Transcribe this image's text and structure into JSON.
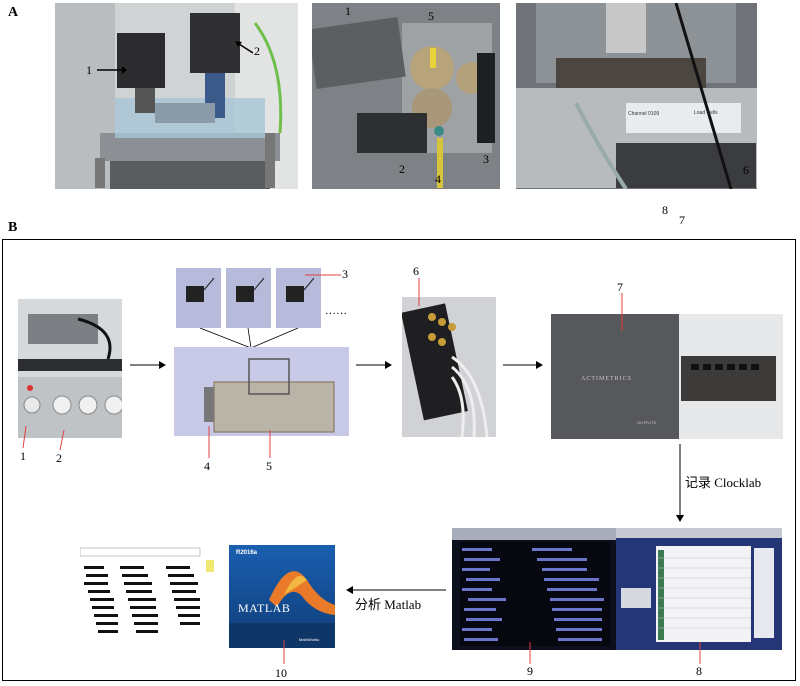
{
  "panel_a": {
    "label": "A",
    "photo1": {
      "callouts": [
        "1",
        "2"
      ]
    },
    "photo2": {
      "callouts": [
        "1",
        "5",
        "2",
        "4",
        "3"
      ]
    },
    "photo3": {
      "callouts": [
        "6",
        "8",
        "7"
      ],
      "device_text": {
        "channel": "Channel 0109",
        "load_cells": "Load Cells"
      }
    }
  },
  "panel_b": {
    "label": "B",
    "callouts": [
      "1",
      "2",
      "3",
      "4",
      "5",
      "6",
      "7",
      "8",
      "9",
      "10"
    ],
    "ellipsis": "……",
    "step_record": "记录 Clocklab",
    "step_analyze": "分析 Matlab",
    "device7_text": {
      "name": "ACTIMETRICS",
      "outputs": "OUTPUTS"
    },
    "matlab_text": {
      "version": "R2016a",
      "brand": "MATLAB",
      "company": "MathWorks"
    }
  }
}
